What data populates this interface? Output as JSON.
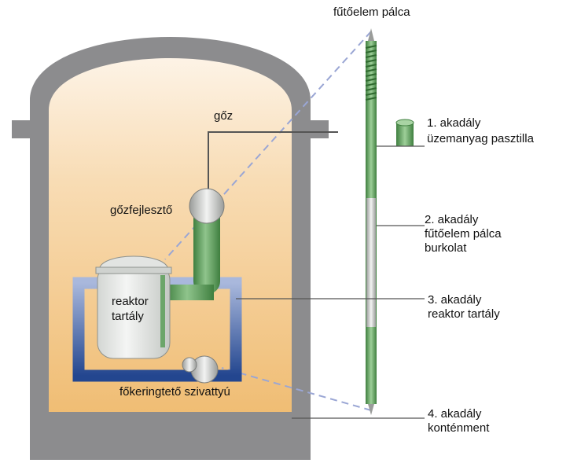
{
  "labels": {
    "fuel_rod": "fűtőelem pálca",
    "steam": "gőz",
    "steam_generator": "gőzfejlesztő",
    "reactor_line1": "reaktor",
    "reactor_line2": "tartály",
    "pump": "főkeringtető szivattyú"
  },
  "barriers": [
    {
      "title": "1. akadály",
      "line2": "üzemanyag pasztilla",
      "line3": ""
    },
    {
      "title": "2. akadály",
      "line2": "fűtőelem pálca",
      "line3": "burkolat"
    },
    {
      "title": "3. akadály",
      "line2": "reaktor tartály",
      "line3": ""
    },
    {
      "title": "4. akadály",
      "line2": "konténment",
      "line3": ""
    }
  ],
  "colors": {
    "containment": "#8c8c8e",
    "interior_top": "#fbeedd",
    "interior_bottom": "#f1bf78",
    "green": "#5e9f5c",
    "blue_loop": "#2b4f95",
    "vessel": "#e9ebe9"
  }
}
